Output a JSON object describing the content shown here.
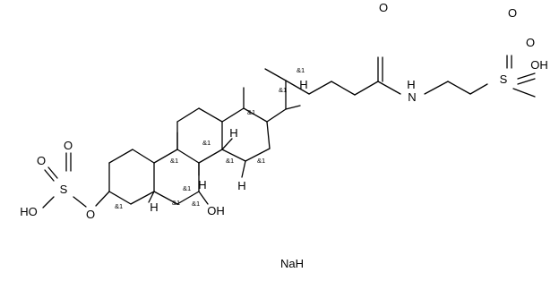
{
  "molecule": {
    "atoms": {
      "o_top": "O",
      "nh": "H",
      "n": "N",
      "s_right": "S",
      "o_s_right_top": "O",
      "o_s_right_mid": "O",
      "oh_right": "OH",
      "h_c17": "H",
      "h_c8": "H",
      "h_c14": "H",
      "h_c9": "H",
      "h_c5": "H",
      "oh_c7": "OH",
      "o_c3": "O",
      "s_left": "S",
      "o_s_left_1": "O",
      "o_s_left_2": "O",
      "ho_left": "HO"
    },
    "stereo_label": "&1",
    "counterion": "NaH"
  }
}
